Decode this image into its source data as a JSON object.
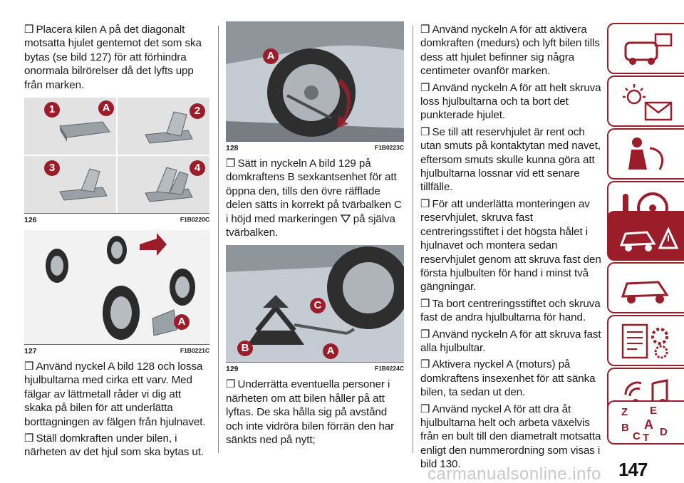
{
  "bullet": "❒",
  "col1": {
    "p1": "Placera kilen A på det diagonalt motsatta hjulet gentemot det som ska bytas (se bild 127) för att förhindra onormala bilrörelser då det lyfts upp från marken.",
    "fig126": {
      "num": "126",
      "code": "F1B0220C",
      "callouts": [
        "1",
        "A",
        "2",
        "3",
        "4"
      ]
    },
    "fig127": {
      "num": "127",
      "code": "F1B0221C",
      "callouts": [
        "A"
      ]
    },
    "p2": "Använd nyckel A bild 128 och lossa hjulbultarna med cirka ett varv. Med fälgar av lättmetall råder vi dig att skaka på bilen för att underlätta borttagningen av fälgen från hjulnavet.",
    "p3": "Ställ domkraften under bilen, i närheten av det hjul som ska bytas ut."
  },
  "col2": {
    "fig128": {
      "num": "128",
      "code": "F1B0223C",
      "callouts": [
        "A"
      ]
    },
    "p1a": "Sätt in nyckeln A bild 129 på domkraftens B sexkantsenhet för att öppna den, tills den övre räfflade delen sätts in korrekt på tvärbalken C i höjd med markeringen",
    "p1b": "på själva tvärbalken.",
    "fig129": {
      "num": "129",
      "code": "F1B0224C",
      "callouts": [
        "C",
        "B",
        "A"
      ]
    },
    "p2": "Underrätta eventuella personer i närheten om att bilen håller på att lyftas. De ska hålla sig på avstånd och inte vidröra bilen förrän den har sänkts ned på nytt;"
  },
  "col3": {
    "items": [
      "Använd nyckeln A för att aktivera domkraften (medurs) och lyft bilen tills dess att hjulet befinner sig några centimeter ovanför marken.",
      "Använd nyckeln A för att helt skruva loss hjulbultarna och ta bort det punkterade hjulet.",
      "Se till att reservhjulet är rent och utan smuts på kontaktytan med navet, eftersom smuts skulle kunna göra att hjulbultarna lossnar vid ett senare tillfälle.",
      "För att underlätta monteringen av reservhjulet, skruva fast centreringsstiftet i det högsta hålet i hjulnavet och montera sedan reservhjulet genom att skruva fast den första hjulbulten för hand i minst två gängningar.",
      "Ta bort centreringsstiftet och skruva fast de andra hjulbultarna för hand.",
      "Använd nyckeln A för att skruva fast alla hjulbultar.",
      "Aktivera nyckel A (moturs) på domkraftens insexenhet för att sänka bilen, ta sedan ut den.",
      "Använd nyckel A för att dra åt hjulbultarna helt och arbeta växelvis från en bult till den diametralt motsatta enligt den nummerordning som visas i bild 130."
    ]
  },
  "sidebar": {
    "tabs": [
      {
        "name": "dashboard-icon",
        "active": false
      },
      {
        "name": "warning-lights-icon",
        "active": false
      },
      {
        "name": "safety-icon",
        "active": false
      },
      {
        "name": "starting-driving-icon",
        "active": false
      },
      {
        "name": "emergency-icon",
        "active": true
      },
      {
        "name": "maintenance-icon",
        "active": false
      },
      {
        "name": "technical-data-icon",
        "active": false
      },
      {
        "name": "multimedia-icon",
        "active": false
      },
      {
        "name": "index-icon",
        "active": false
      }
    ],
    "index_letters": [
      "Z",
      "E",
      "A",
      "B",
      "C",
      "T",
      "D"
    ]
  },
  "page_number": "147",
  "watermark": "carmanualsonline.info",
  "colors": {
    "accent": "#9b1d2a",
    "callout": "#9b1d2a",
    "sky": "#c4cbd3"
  }
}
